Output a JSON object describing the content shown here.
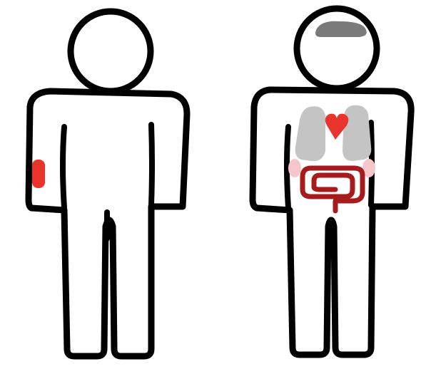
{
  "figures": [
    {
      "name": "figure-left",
      "highlights": [
        {
          "name": "arm-highlight",
          "color": "#e8342a"
        }
      ]
    },
    {
      "name": "figure-right",
      "organs": [
        {
          "name": "brain",
          "color": "#7a7a7a"
        },
        {
          "name": "heart",
          "color": "#e8342a"
        },
        {
          "name": "lungs",
          "color": "#c4c4c4"
        },
        {
          "name": "kidneys",
          "color": "#f6c6cd"
        },
        {
          "name": "intestines",
          "color": "#a61c1c"
        }
      ]
    }
  ]
}
